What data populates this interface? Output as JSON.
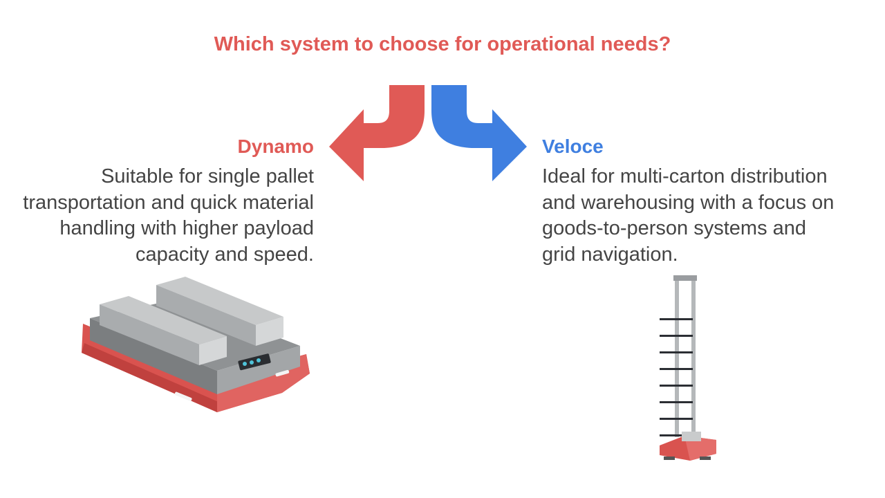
{
  "title": "Which system to choose for operational needs?",
  "options": [
    {
      "name": "Dynamo",
      "description": "Suitable for single pallet transportation and quick material handling with higher payload capacity and speed.",
      "color": "#e05a56"
    },
    {
      "name": "Veloce",
      "description": "Ideal for multi-carton distribution and warehousing with a focus on goods-to-person systems and grid navigation.",
      "color": "#3f7fe0"
    }
  ],
  "icons": {
    "left_arrow": "curved-arrow-left-icon",
    "right_arrow": "curved-arrow-right-icon",
    "left_image": "pallet-robot-image",
    "right_image": "tower-robot-image"
  }
}
